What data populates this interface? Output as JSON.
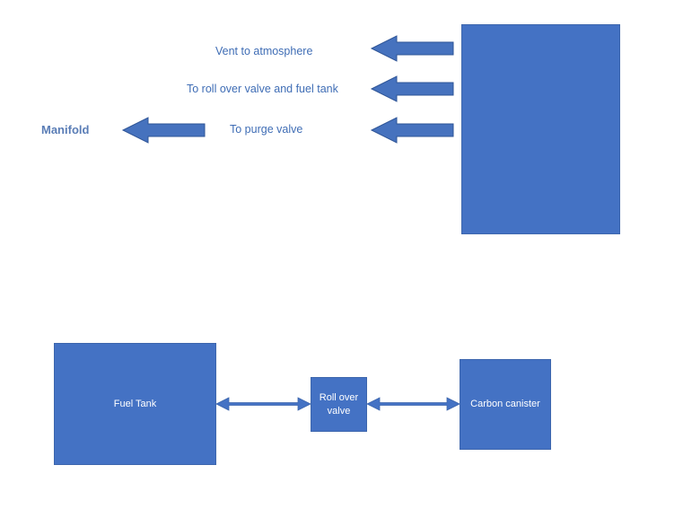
{
  "labels": {
    "vent": "Vent to atmosphere",
    "roll_over": "To roll over valve and fuel tank",
    "purge": "To purge valve",
    "manifold": "Manifold"
  },
  "boxes": {
    "fuel_tank": "Fuel Tank",
    "roll_over_valve": "Roll over valve",
    "carbon_canister": "Carbon canister",
    "top_block": ""
  },
  "colors": {
    "box_fill": "#4472c4",
    "arrow_fill": "#4672be",
    "label_text": "#3f6db5"
  }
}
